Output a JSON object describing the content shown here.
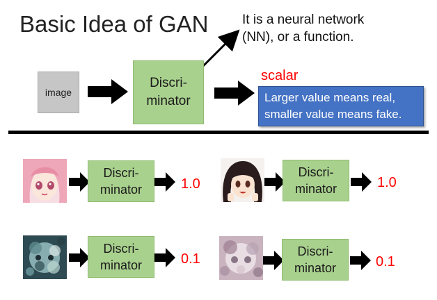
{
  "title": "Basic Idea of GAN",
  "note": {
    "line1": "It is a neural network",
    "line2": "(NN), or a function."
  },
  "top_row": {
    "input_label": "image",
    "discriminator": {
      "line1": "Discri-",
      "line2": "minator"
    },
    "output_label": "scalar",
    "explanation": {
      "line1": "Larger value means real,",
      "line2": "smaller value means fake."
    }
  },
  "examples": [
    {
      "image": "anime-girl-pink-hair-icon",
      "discriminator": {
        "line1": "Discri-",
        "line2": "minator"
      },
      "score": "1.0"
    },
    {
      "image": "anime-girl-dark-hair-icon",
      "discriminator": {
        "line1": "Discri-",
        "line2": "minator"
      },
      "score": "1.0"
    },
    {
      "image": "noisy-generated-face-icon",
      "discriminator": {
        "line1": "Discri-",
        "line2": "minator"
      },
      "score": "0.1"
    },
    {
      "image": "blurry-generated-face-icon",
      "discriminator": {
        "line1": "Discri-",
        "line2": "minator"
      },
      "score": "0.1"
    }
  ],
  "colors": {
    "discriminator_fill": "#a9d18e",
    "explanation_fill": "#4472c4",
    "score_text": "#ff0000",
    "arrow": "#000000"
  }
}
